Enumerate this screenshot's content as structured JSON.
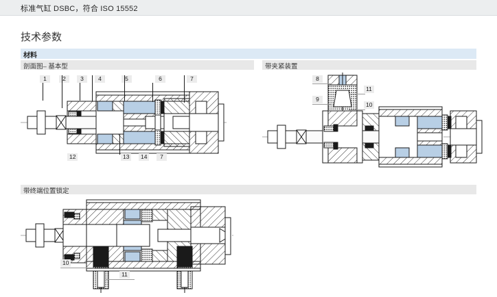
{
  "topbar": {
    "title": "标准气缸 DSBC，符合 ISO 15552"
  },
  "page": {
    "title": "技术参数"
  },
  "section": {
    "band_label": "材料"
  },
  "subsections": [
    {
      "id": "basic",
      "label": "剖面图– 基本型"
    },
    {
      "id": "clamp",
      "label": "带夹紧装置"
    },
    {
      "id": "endlock",
      "label": "带终端位置锁定"
    }
  ],
  "figures": {
    "basic": {
      "name": "剖面图– 基本型",
      "callouts_top": [
        "1",
        "2",
        "3",
        "4",
        "5",
        "6",
        "7"
      ],
      "callouts_bottom": [
        "12",
        "13",
        "14",
        "7"
      ]
    },
    "clamp": {
      "name": "带夹紧装置",
      "callouts_left": [
        "8",
        "9"
      ],
      "callouts_right": [
        "11",
        "10"
      ]
    },
    "endlock": {
      "name": "带终端位置锁定",
      "callouts": [
        "10",
        "11"
      ]
    }
  },
  "colors": {
    "topbar_bg": "#eceeef",
    "band_bg": "#dce9f5",
    "subhead_bg": "#e8e8e8",
    "callout_bg": "#ececec",
    "seal_blue": "#b8cfe5",
    "line": "#1a1a1a",
    "axis": "#8d8d8d"
  }
}
